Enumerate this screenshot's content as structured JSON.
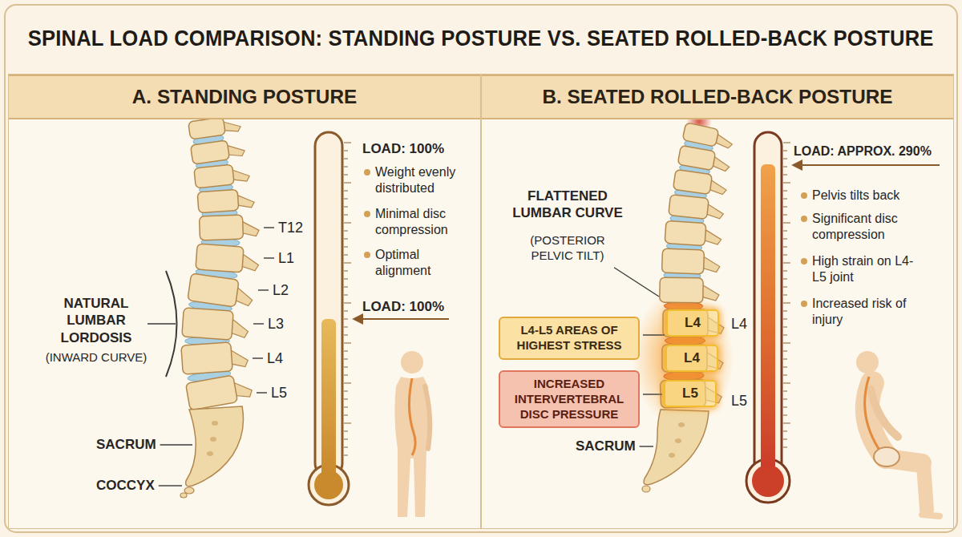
{
  "diagram": {
    "title": "SPINAL LOAD COMPARISON: STANDING POSTURE VS. SEATED ROLLED-BACK POSTURE",
    "nodes": [
      {
        "text": [
          "A. STANDING POSTURE"
        ]
      },
      {
        "text": [
          "B. SEATED ROLLED-BACK POSTURE"
        ]
      },
      {
        "text": [
          "L4-L5 AREAS OF HIGHEST STRESS"
        ],
        "in": 1
      },
      {
        "text": [
          "INCREASED INTERVERTEBRAL DISC PRESSURE"
        ],
        "in": 1
      },
      {
        "text": [
          "L4"
        ],
        "in": 1
      },
      {
        "text": [
          "L4"
        ],
        "in": 1
      },
      {
        "text": [
          "L5"
        ],
        "in": 1
      }
    ],
    "labels": [
      "T12",
      "L1",
      "L2",
      "L3",
      "L4",
      "L5",
      "SACRUM",
      "COCCYX",
      "NATURAL LUMBAR LORDOSIS",
      "(INWARD CURVE)",
      "LOAD: 100%",
      "Weight evenly distributed",
      "Minimal disc compression",
      "Optimal alignment",
      "LOAD: 100%",
      "FLATTENED LUMBAR CURVE",
      "(POSTERIOR PELVIC TILT)",
      "L4",
      "L5",
      "SACRUM",
      "LOAD: APPROX. 290%",
      "Pelvis tilts back",
      "Significant disc compression",
      "High strain on L4-L5 joint",
      "Increased risk of injury"
    ]
  }
}
